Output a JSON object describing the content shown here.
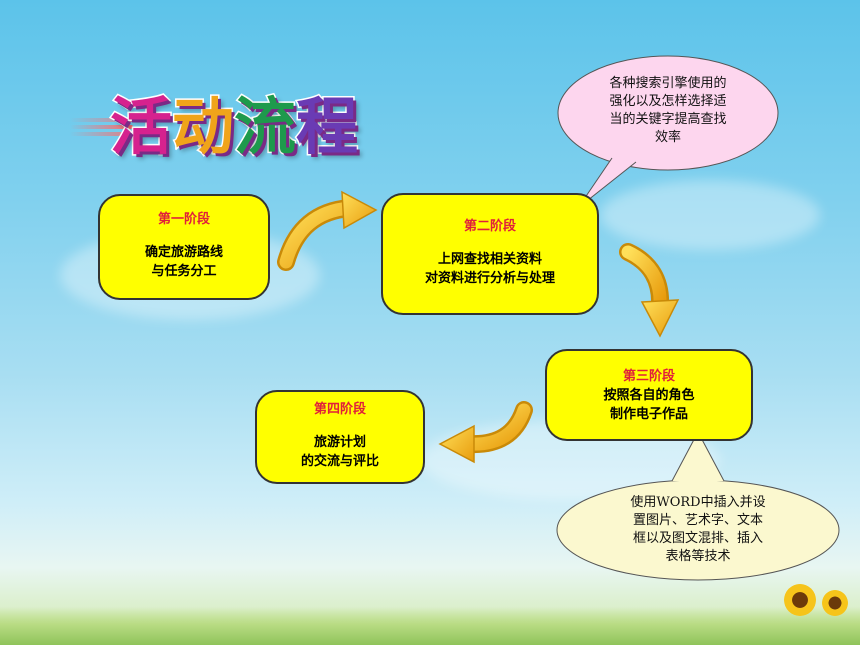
{
  "title": {
    "chars": [
      "活",
      "动",
      "流",
      "程"
    ],
    "colors": [
      "#d6228e",
      "#f0a41a",
      "#1e9a4c",
      "#6a3bb4"
    ]
  },
  "stages": [
    {
      "name": "第一阶段",
      "lines": [
        "确定旅游路线",
        "与任务分工"
      ]
    },
    {
      "name": "第二阶段",
      "lines": [
        "上网查找相关资料",
        "对资料进行分析与处理"
      ]
    },
    {
      "name": "第三阶段",
      "lines": [
        "按照各自的角色",
        "制作电子作品"
      ]
    },
    {
      "name": "第四阶段",
      "lines": [
        "旅游计划",
        "的交流与评比"
      ]
    }
  ],
  "callouts": [
    {
      "lines": [
        "各种搜索引擎使用的",
        "强化以及怎样选择适",
        "当的关键字提高查找",
        "效率"
      ],
      "fill": "#fdd6ee"
    },
    {
      "lines": [
        "使用WORD中插入并设",
        "置图片、艺术字、文本",
        "框以及图文混排、插入",
        "表格等技术"
      ],
      "fill": "#fbf8cf"
    }
  ],
  "colors": {
    "box_fill": "#ffff00",
    "stage_label": "#e0203a",
    "arrow": "#f5b617"
  }
}
